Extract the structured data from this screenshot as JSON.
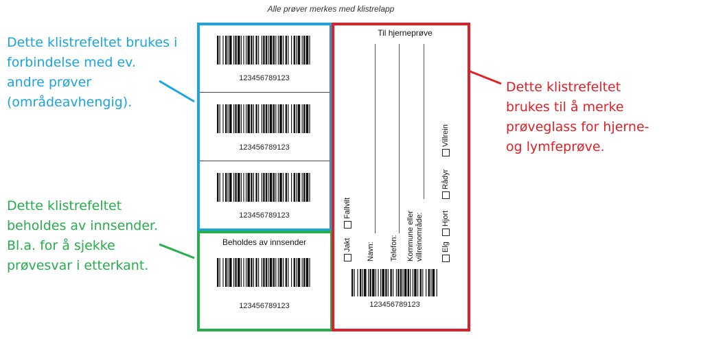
{
  "header": "Alle prøver merkes med klistrelapp",
  "left_column": {
    "stickers": [
      {
        "code": "123456789123"
      },
      {
        "code": "123456789123"
      },
      {
        "code": "123456789123"
      }
    ],
    "kept_label": "Beholdes av innsender",
    "kept_code": "123456789123"
  },
  "right_column": {
    "title": "Til hjerneprøve",
    "fields": [
      "Navn:",
      "Telefon:",
      "Kommune eller",
      "villreinområde:"
    ],
    "checkboxes_left": [
      "Jakt",
      "Fallvilt"
    ],
    "checkboxes_right": [
      "Elg",
      "Hjort",
      "Rådyr",
      "Villrein"
    ],
    "code": "123456789123"
  },
  "annotations": {
    "blue": [
      "Dette klistrefeltet brukes i",
      "forbindelse med ev.",
      "andre prøver",
      "(områdeavhengig)."
    ],
    "green": [
      "Dette klistrefeltet",
      "beholdes av innsender.",
      "Bl.a. for å sjekke",
      "prøvesvar i etterkant."
    ],
    "red": [
      "Dette klistrefeltet",
      "brukes til å merke",
      "prøveglass for hjerne-",
      "og lymfeprøve."
    ]
  },
  "colors": {
    "blue": "#1aa4e0",
    "green": "#26ad4c",
    "red": "#e02027"
  }
}
